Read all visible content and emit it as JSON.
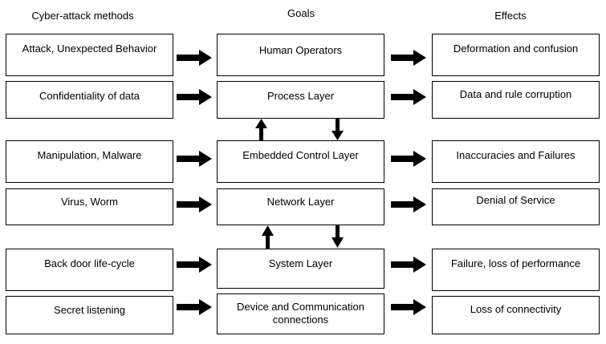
{
  "headings": {
    "methods": "Cyber-attack methods",
    "goals": "Goals",
    "effects": "Effects"
  },
  "methods": [
    "Attack, Unexpected Behavior",
    "Confidentiality of data",
    "Manipulation, Malware",
    "Virus, Worm",
    "Back door life-cycle",
    "Secret listening"
  ],
  "goals": [
    "Human Operators",
    "Process Layer",
    "Embedded Control Layer",
    "Network Layer",
    "System Layer",
    "Device and Communication connections"
  ],
  "effects": [
    "Deformation and confusion",
    "Data and rule corruption",
    "Inaccuracies and Failures",
    "Denial of Service",
    "Failure, loss of performance",
    "Loss of connectivity"
  ]
}
